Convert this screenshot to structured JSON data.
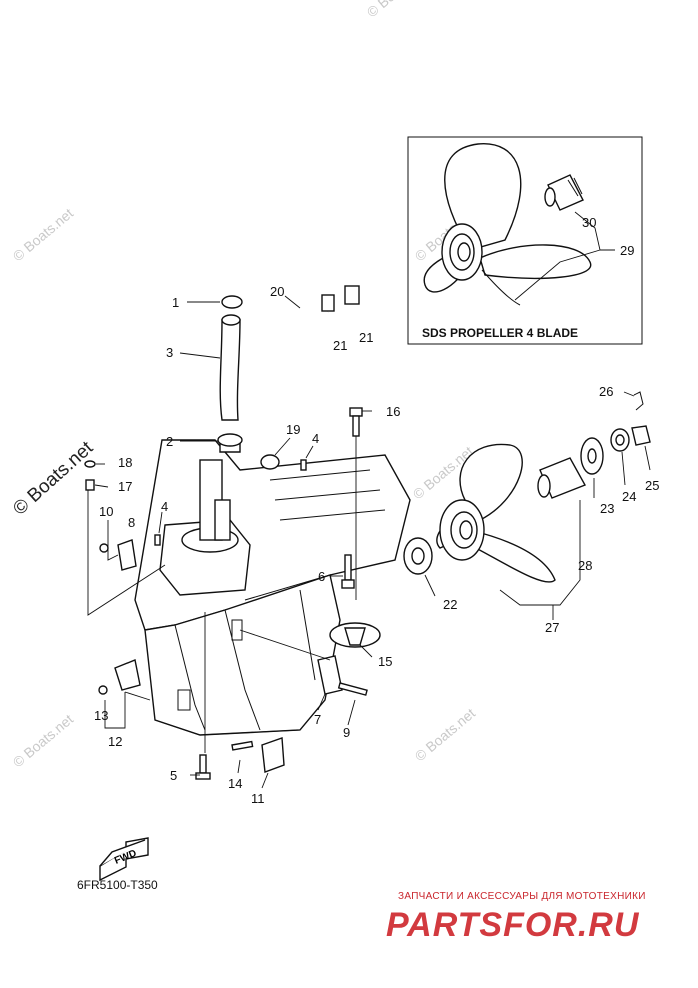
{
  "diagram_code": "6FR5100-T350",
  "inset_title": "SDS PROPELLER 4 BLADE",
  "fwd_label": "FWD",
  "watermark": "© Boats.net",
  "branding": {
    "tagline": "ЗАПЧАСТИ И АКСЕССУАРЫ ДЛЯ МОТОТЕХНИКИ",
    "logo": "PARTSFOR.RU"
  },
  "callouts": [
    "1",
    "2",
    "3",
    "4",
    "4",
    "5",
    "6",
    "7",
    "8",
    "9",
    "10",
    "11",
    "12",
    "13",
    "14",
    "15",
    "16",
    "17",
    "18",
    "19",
    "20",
    "21",
    "21",
    "22",
    "23",
    "24",
    "25",
    "26",
    "27",
    "28",
    "29",
    "30"
  ]
}
